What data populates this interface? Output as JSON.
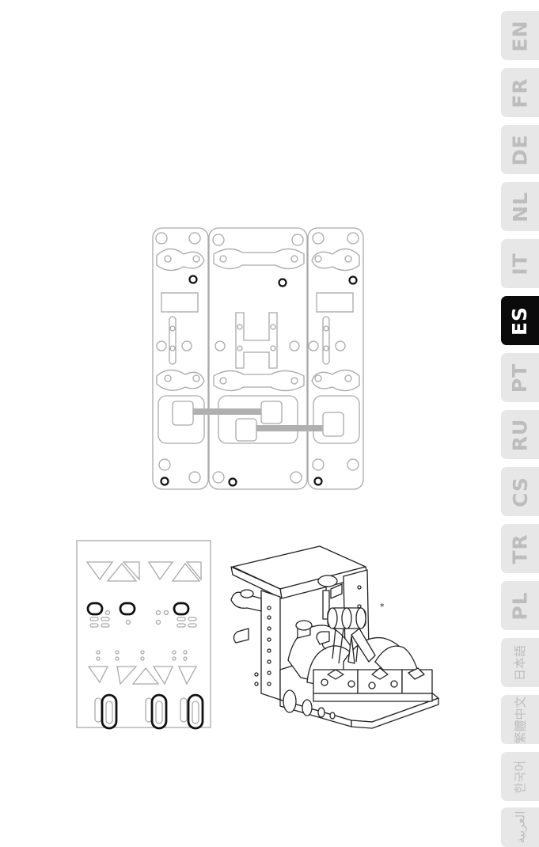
{
  "language_tabs": [
    {
      "code": "EN",
      "active": false
    },
    {
      "code": "FR",
      "active": false
    },
    {
      "code": "DE",
      "active": false
    },
    {
      "code": "NL",
      "active": false
    },
    {
      "code": "IT",
      "active": false
    },
    {
      "code": "ES",
      "active": true
    },
    {
      "code": "PT",
      "active": false
    },
    {
      "code": "RU",
      "active": false
    },
    {
      "code": "CS",
      "active": false
    },
    {
      "code": "TR",
      "active": false
    },
    {
      "code": "PL",
      "active": false
    },
    {
      "code": "日本語",
      "active": false
    },
    {
      "code": "繁體中文",
      "active": false
    },
    {
      "code": "한국어",
      "active": false
    },
    {
      "code": "العربية",
      "active": false
    }
  ],
  "figures": {
    "throttle_annotation": "*"
  },
  "colors": {
    "active_tab_bg": "#0b0b0b",
    "inactive_tab_bg": "#e7e7e7",
    "inactive_tab_text": "#bdbdbd",
    "diagram_line": "#a9a9a9",
    "highlight": "#111111"
  }
}
